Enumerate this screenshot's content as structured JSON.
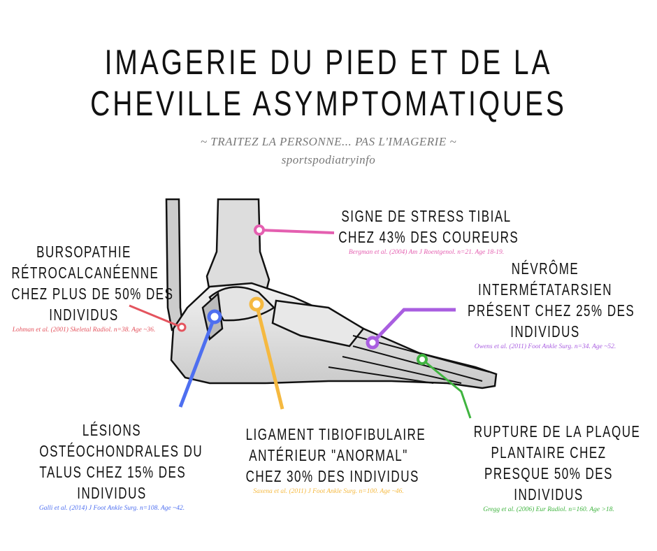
{
  "header": {
    "title_lines": [
      "IMAGERIE DU PIED ET DE LA",
      "CHEVILLE ASYMPTOMATIQUES"
    ],
    "subtitle": "~ TRAITEZ LA PERSONNE... PAS L'IMAGERIE ~",
    "source": "sportspodiatryinfo"
  },
  "findings": [
    {
      "lines": [
        "SIGNE DE STRESS TIBIAL",
        "CHEZ 43% DES COUREURS"
      ],
      "citation": "Bergman et al. (2004) Am J Roentgenol. n=21. Age 18-19.",
      "color": "#e45fb0"
    },
    {
      "lines": [
        "BURSOPATHIE",
        "RÉTROCALCANÉENNE",
        "CHEZ PLUS DE 50% DES",
        "INDIVIDUS"
      ],
      "citation": "Lohman et al. (2001) Skeletal Radiol. n=38. Age ~36.",
      "color": "#e4545e"
    },
    {
      "lines": [
        "NÉVRÔME",
        "INTERMÉTATARSIEN",
        "PRÉSENT CHEZ 25% DES",
        "INDIVIDUS"
      ],
      "citation": "Owens et al. (2011) Foot Ankle Surg. n=34. Age ~52.",
      "color": "#a95ee0"
    },
    {
      "lines": [
        "LÉSIONS",
        "OSTÉOCHONDRALES DU",
        "TALUS CHEZ 15% DES",
        "INDIVIDUS"
      ],
      "citation": "Galli et al. (2014) J Foot Ankle Surg. n=108. Age ~42.",
      "color": "#4e6ff0"
    },
    {
      "lines": [
        "LIGAMENT TIBIOFIBULAIRE",
        "ANTÉRIEUR \"ANORMAL\"",
        "CHEZ 30% DES INDIVIDUS"
      ],
      "citation": "Saxena et al. (2011) J Foot Ankle Surg. n=100. Age ~46.",
      "color": "#f5b940"
    },
    {
      "lines": [
        "RUPTURE DE LA PLAQUE",
        "PLANTAIRE CHEZ",
        "PRESQUE 50% DES",
        "INDIVIDUS"
      ],
      "citation": "Gregg et al. (2006) Eur Radiol. n=160. Age >18.",
      "color": "#3fb43f"
    }
  ]
}
